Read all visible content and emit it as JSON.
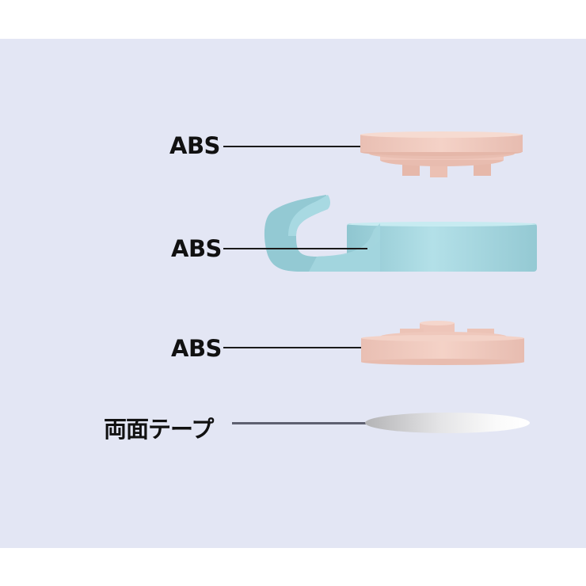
{
  "diagram": {
    "title": "",
    "background_color": "#e3e6f4",
    "components": [
      {
        "label": "ABS",
        "part": "top-cap",
        "color": "#f0cbbf"
      },
      {
        "label": "ABS",
        "part": "hook-ring",
        "color": "#a9d6df"
      },
      {
        "label": "ABS",
        "part": "base-plate",
        "color": "#f0cbbf"
      },
      {
        "label": "両面テープ",
        "part": "double-sided-tape",
        "color": "#d8d8d8"
      }
    ]
  }
}
